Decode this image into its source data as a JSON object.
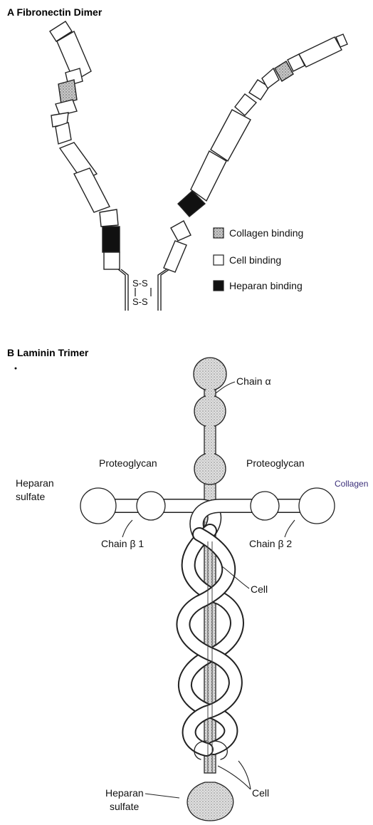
{
  "panel_a": {
    "title": "A  Fibronectin Dimer",
    "disulfide_top": "S-S",
    "disulfide_bottom": "S-S",
    "legend": [
      {
        "label": "Collagen binding",
        "swatch": "#bdbdbd"
      },
      {
        "label": "Cell binding",
        "swatch": "#ffffff"
      },
      {
        "label": "Heparan binding",
        "swatch": "#111111"
      }
    ]
  },
  "panel_b": {
    "title": "B  Laminin Trimer",
    "labels": {
      "chain_alpha": "Chain α",
      "proteoglycan_left": "Proteoglycan",
      "proteoglycan_right": "Proteoglycan",
      "heparan_sulfate_left_1": "Heparan",
      "heparan_sulfate_left_2": "sulfate",
      "collagen": "Collagen",
      "chain_beta1": "Chain β 1",
      "chain_beta2": "Chain β 2",
      "cell_mid": "Cell",
      "cell_bottom": "Cell",
      "heparan_sulfate_bottom_1": "Heparan",
      "heparan_sulfate_bottom_2": "sulfate"
    }
  },
  "colors": {
    "collagen_fill": "#bdbdbd",
    "heparan_fill": "#111111",
    "cell_fill": "#ffffff",
    "globule_fill": "#cfcfcf",
    "collagen_label": "#3b2f7a"
  }
}
